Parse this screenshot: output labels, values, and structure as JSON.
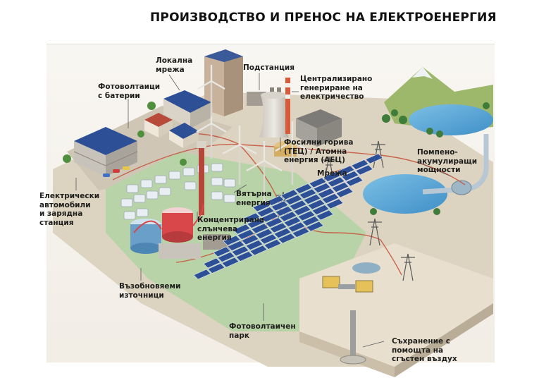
{
  "title": "ПРОИЗВОДСТВО И ПРЕНОС НА ЕЛЕКТРОЕНЕРГИЯ",
  "labels": {
    "local_grid": "Локална\nмрежа",
    "substation": "Подстанция",
    "centralized": "Централизирано\nгенериране на\nелектричество",
    "pv_batteries": "Фотоволтаици\nс батерии",
    "fossil_nuclear": "Фосилни горива\n(ТЕЦ) / Атомна\nенергия (АЕЦ)",
    "grid": "Мрежа",
    "pumped_storage": "Помпено-\nакумулиращи\nмощности",
    "ev_charging": "Електрически\nавтомобили\nи зарядна\nстанция",
    "wind": "Вятърна\nенергия",
    "csp": "Концентрирана\nслънчева\nенергия",
    "renewables": "Възобновяеми\nизточници",
    "pv_park": "Фотоволтаичен\nпарк",
    "compressed_air": "Съхранение с\nпомощта на\nсгъстен въздух"
  },
  "colors": {
    "ground": "#d8cfbd",
    "renewable_zone": "#b9d3a9",
    "grid_line": "#c6583f",
    "water": "#5aa7d6",
    "pv_panel": "#2d4f96",
    "building": "#b6b1a8"
  },
  "icons": [
    "wind-turbine-icon",
    "transmission-tower-icon",
    "cooling-tower-icon",
    "solar-panel-icon",
    "heliostat-icon",
    "storage-tank-icon",
    "tree-icon",
    "car-icon"
  ]
}
